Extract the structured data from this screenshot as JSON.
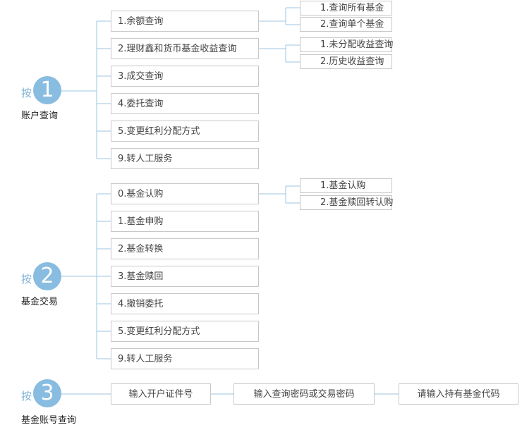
{
  "press_label": "按",
  "colors": {
    "circle": "#88bce0",
    "press": "#7fb3d5",
    "line": "#9cc5e3",
    "border": "#c8c8c8"
  },
  "sections": [
    {
      "number": "1",
      "caption": "账户查询",
      "items": [
        {
          "label": "1.余额查询",
          "children": [
            "1.查询所有基金",
            "2.查询单个基金"
          ]
        },
        {
          "label": "2.理财鑫和货币基金收益查询",
          "children": [
            "1.未分配收益查询",
            "2.历史收益查询"
          ]
        },
        {
          "label": "3.成交查询"
        },
        {
          "label": "4.委托查询"
        },
        {
          "label": "5.变更红利分配方式"
        },
        {
          "label": "9.转人工服务"
        }
      ]
    },
    {
      "number": "2",
      "caption": "基金交易",
      "items": [
        {
          "label": "0.基金认购",
          "children": [
            "1.基金认购",
            "2.基金赎回转认购"
          ]
        },
        {
          "label": "1.基金申购"
        },
        {
          "label": "2.基金转换"
        },
        {
          "label": "3.基金赎回"
        },
        {
          "label": "4.撤销委托"
        },
        {
          "label": "5.变更红利分配方式"
        },
        {
          "label": "9.转人工服务"
        }
      ]
    },
    {
      "number": "3",
      "caption": "基金账号查询",
      "steps": [
        "输入开户证件号",
        "输入查询密码或交易密码",
        "请输入持有基金代码"
      ]
    }
  ]
}
